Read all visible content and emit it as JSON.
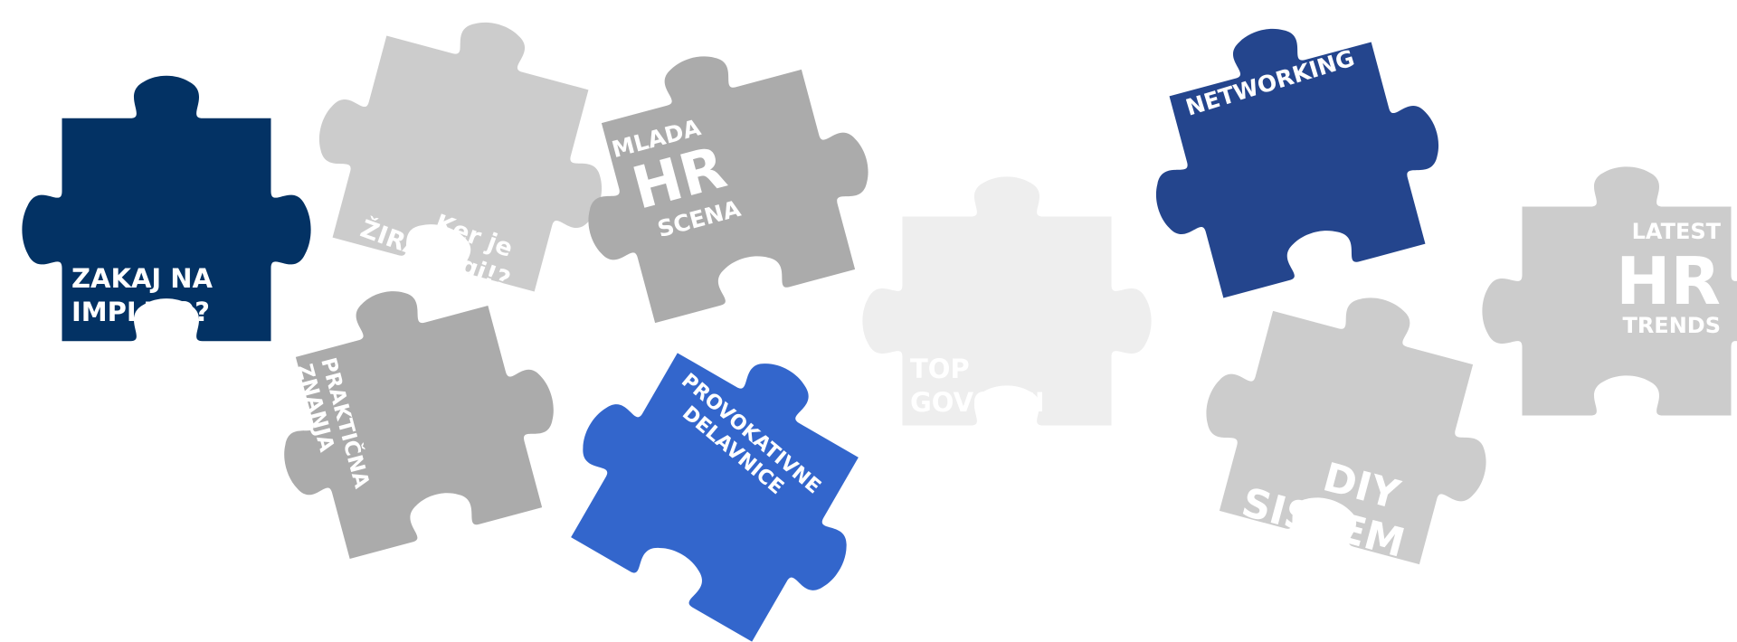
{
  "colors": {
    "background": "#ffffff",
    "navy": "#033264",
    "blue_dark": "#24458d",
    "blue_bright": "#3366cc",
    "gray_mid": "#ababab",
    "gray_light": "#cccccc",
    "gray_pale": "#eeeeee",
    "text": "#ffffff"
  },
  "pieces": {
    "zakaj": {
      "line1": "ZAKAJ NA",
      "line2": "IMPLICO?"
    },
    "zirafa": {
      "line1": "Ker je",
      "line2": "ŽIRAFA qi!?"
    },
    "mlada": {
      "line1": "MLADA",
      "line2": "HR",
      "line3": "SCENA"
    },
    "prakticna": {
      "line1": "PRAKTIČNA",
      "line2": "ZNANJA"
    },
    "provokativne": {
      "line1": "PROVOKATIVNE",
      "line2": "DELAVNICE"
    },
    "govorci": {
      "line1": "TOP",
      "line2": "GOVORCI"
    },
    "networking": {
      "line1": "NETWORKING"
    },
    "diy": {
      "line1": "DIY",
      "line2": "SISTEM"
    },
    "latest": {
      "line1": "LATEST",
      "line2": "HR",
      "line3": "TRENDS"
    }
  }
}
